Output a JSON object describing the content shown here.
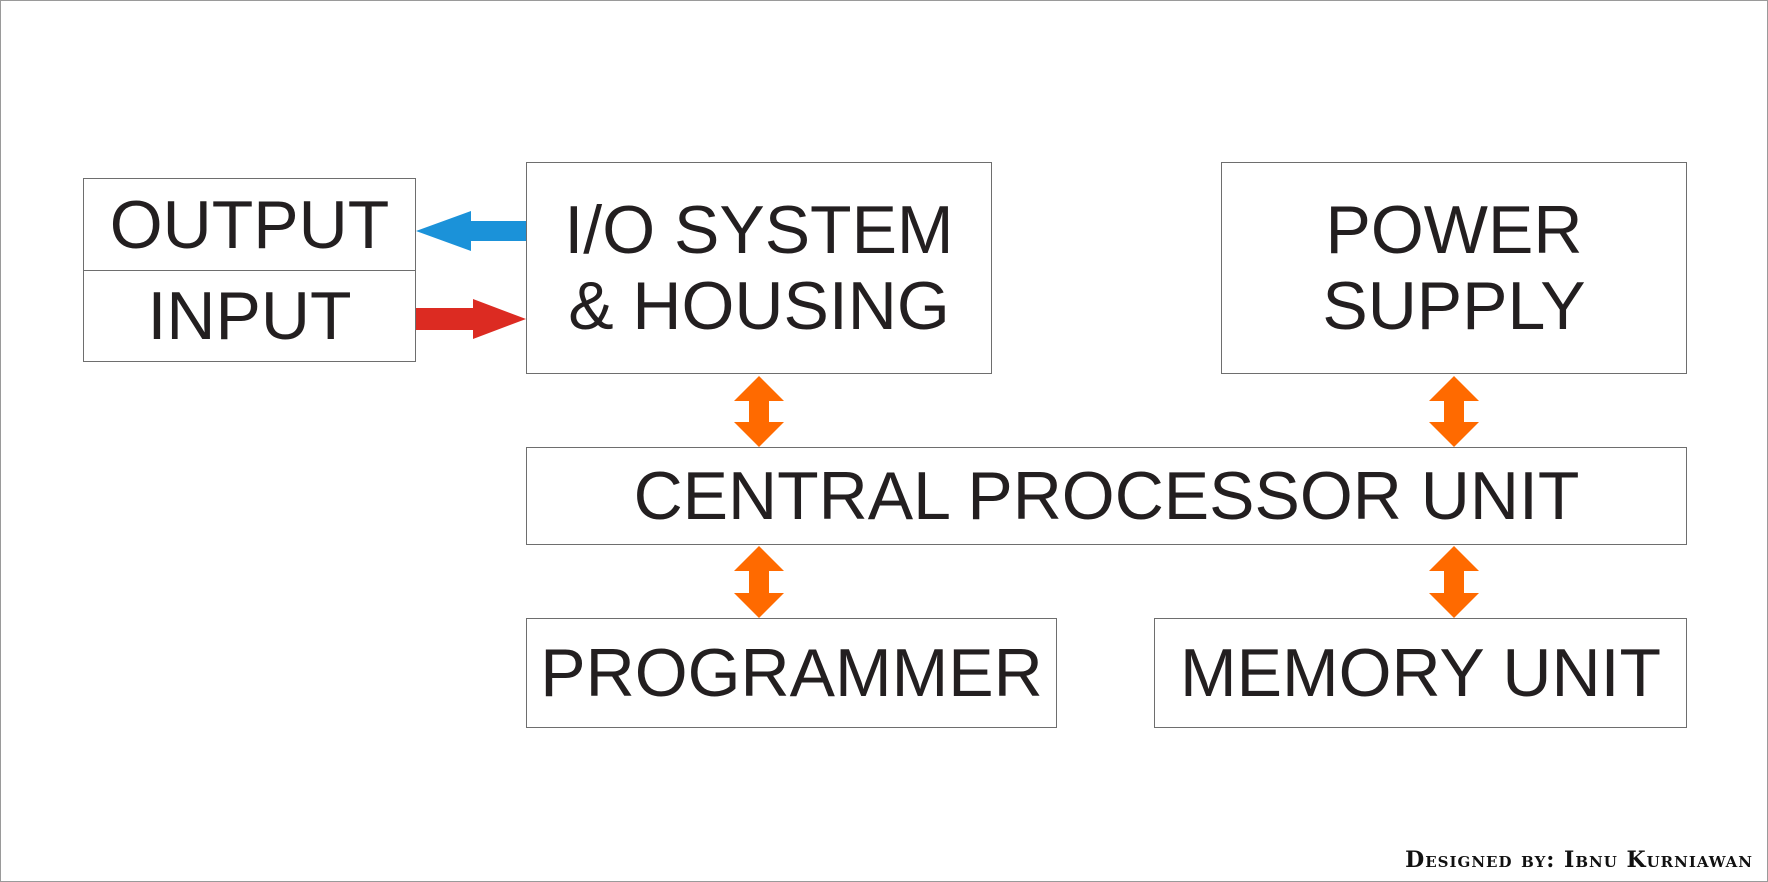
{
  "diagram": {
    "nodes": {
      "output": "OUTPUT",
      "input": "INPUT",
      "io_system": "I/O SYSTEM\n& HOUSING",
      "power_supply": "POWER\nSUPPLY",
      "cpu": "CENTRAL PROCESSOR UNIT",
      "programmer": "PROGRAMMER",
      "memory_unit": "MEMORY UNIT"
    },
    "edges": [
      {
        "from": "io_system",
        "to": "output",
        "direction": "one-way",
        "color": "#1b92d9"
      },
      {
        "from": "input",
        "to": "io_system",
        "direction": "one-way",
        "color": "#dc2b22"
      },
      {
        "from": "io_system",
        "to": "cpu",
        "direction": "two-way",
        "color": "#ff6a00"
      },
      {
        "from": "power_supply",
        "to": "cpu",
        "direction": "two-way",
        "color": "#ff6a00"
      },
      {
        "from": "cpu",
        "to": "programmer",
        "direction": "two-way",
        "color": "#ff6a00"
      },
      {
        "from": "cpu",
        "to": "memory_unit",
        "direction": "two-way",
        "color": "#ff6a00"
      }
    ]
  },
  "credit": "Designed by: Ibnu Kurniawan"
}
